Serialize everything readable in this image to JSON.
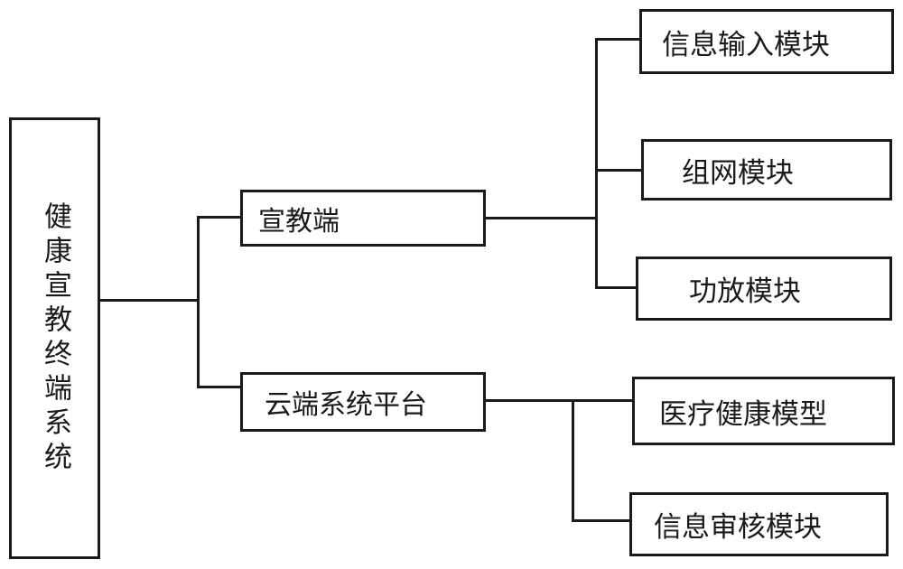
{
  "figure": {
    "type": "system-block-diagram",
    "background_color": "#ffffff",
    "line_color": "#1a1a1a",
    "text_color": "#1a1a1a"
  },
  "nodes": {
    "root": {
      "label": "健康宣教终端系统"
    },
    "education": {
      "label": "宣教端"
    },
    "cloud": {
      "label": "云端系统平台"
    },
    "info_input": {
      "label": "信息输入模块"
    },
    "networking": {
      "label": "组网模块"
    },
    "amplifier": {
      "label": "功放模块"
    },
    "medical": {
      "label": "医疗健康模型"
    },
    "info_review": {
      "label": "信息审核模块"
    }
  },
  "edges": [
    {
      "from": "健康宣教终端系统",
      "to": "宣教端"
    },
    {
      "from": "健康宣教终端系统",
      "to": "云端系统平台"
    },
    {
      "from": "宣教端",
      "to": "信息输入模块"
    },
    {
      "from": "宣教端",
      "to": "组网模块"
    },
    {
      "from": "宣教端",
      "to": "功放模块"
    },
    {
      "from": "云端系统平台",
      "to": "医疗健康模型"
    },
    {
      "from": "云端系统平台",
      "to": "信息审核模块"
    }
  ]
}
